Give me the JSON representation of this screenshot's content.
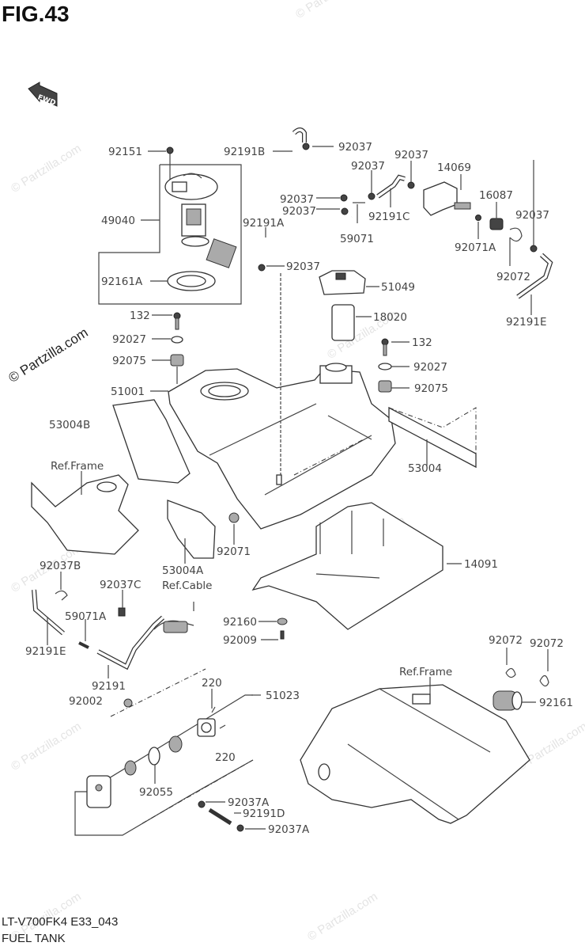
{
  "figure": {
    "title": "FIG.43",
    "model_code": "LT-V700FK4 E33_043",
    "section_name": "FUEL TANK",
    "direction_indicator": "FWD",
    "watermark": "© Partzilla.com"
  },
  "callouts": {
    "c92151": "92151",
    "c49040": "49040",
    "c92161A": "92161A",
    "c132_left": "132",
    "c92027_left": "92027",
    "c92075_left": "92075",
    "c51001": "51001",
    "c53004B": "53004B",
    "c92191B": "92191B",
    "c92037_top": "92037",
    "c92037_a": "92037",
    "c92037_b": "92037",
    "c92037_c": "92037",
    "c92037_d": "92037",
    "c14069": "14069",
    "c92191C": "92191C",
    "c59071": "59071",
    "c92191A": "92191A",
    "c92037_e": "92037",
    "c16087": "16087",
    "c92037_f": "92037",
    "c92071A": "92071A",
    "c92072_top": "92072",
    "c92191E_top": "92191E",
    "c51049": "51049",
    "c18020": "18020",
    "c132_right": "132",
    "c92027_right": "92027",
    "c92075_right": "92075",
    "c53004": "53004",
    "c92071": "92071",
    "c53004A": "53004A",
    "refCable": "Ref.Cable",
    "refFrame_left": "Ref.Frame",
    "c14091": "14091",
    "c92037B": "92037B",
    "c92037C": "92037C",
    "c59071A": "59071A",
    "c92191E_left": "92191E",
    "c92160": "92160",
    "c92009": "92009",
    "c92191": "92191",
    "c92002": "92002",
    "c220_top": "220",
    "c220_bottom": "220",
    "c51023": "51023",
    "c92055": "92055",
    "c92037A_top": "92037A",
    "c92191D": "92191D",
    "c92037A_bottom": "92037A",
    "c92072_left": "92072",
    "c92072_right": "92072",
    "refFrame_right": "Ref.Frame",
    "c92161": "92161"
  }
}
